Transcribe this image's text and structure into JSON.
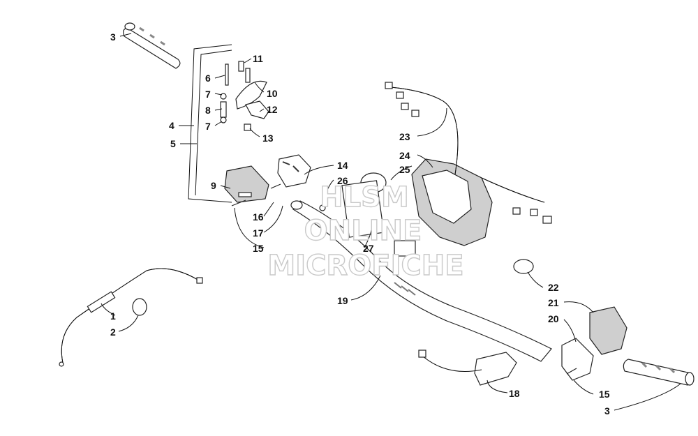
{
  "callouts": {
    "c1": "1",
    "c2": "2",
    "c3a": "3",
    "c3b": "3",
    "c4": "4",
    "c5": "5",
    "c6": "6",
    "c7a": "7",
    "c7b": "7",
    "c8": "8",
    "c9": "9",
    "c10": "10",
    "c11": "11",
    "c12": "12",
    "c13": "13",
    "c14": "14",
    "c15a": "15",
    "c15b": "15",
    "c16": "16",
    "c17": "17",
    "c18": "18",
    "c19": "19",
    "c20": "20",
    "c21": "21",
    "c22": "22",
    "c23": "23",
    "c24": "24",
    "c25": "25",
    "c26": "26",
    "c27": "27"
  },
  "watermark": {
    "line1": "HLSM",
    "line2": "ONLINE",
    "line3": "MICROFICHE",
    "color": "#c9c9c9"
  }
}
